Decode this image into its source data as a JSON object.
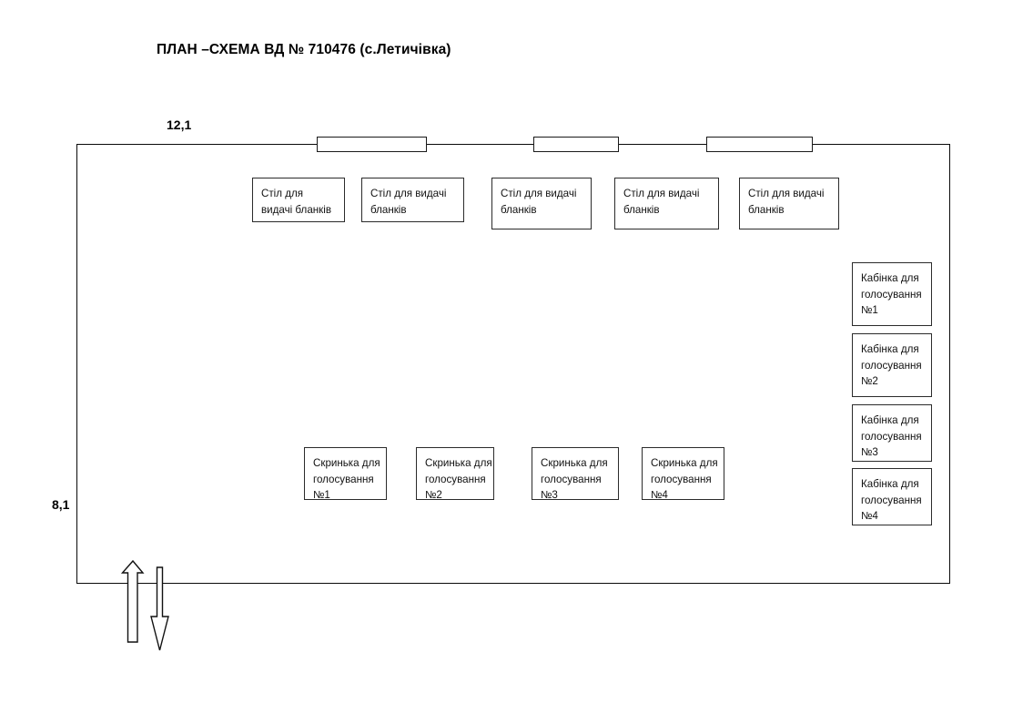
{
  "title": "ПЛАН –СХЕМА ВД № 710476 (с.Летичівка)",
  "dimensions": {
    "top_label": "12,1",
    "left_label": "8,1"
  },
  "room": {
    "name": "polling-station-room",
    "width_m": "12,1",
    "height_m": "8,1"
  },
  "windows": [
    {
      "name": "window-1"
    },
    {
      "name": "window-2"
    },
    {
      "name": "window-3"
    }
  ],
  "tables": [
    {
      "label": "Стіл для\nвидачі бланків"
    },
    {
      "label": "Стіл для видачі\nбланків"
    },
    {
      "label": "Стіл для видачі\nбланків"
    },
    {
      "label": "Стіл для видачі\nбланків"
    },
    {
      "label": "Стіл для видачі\nбланків"
    }
  ],
  "booths": [
    {
      "label": "Кабінка для\nголосування\n№1"
    },
    {
      "label": " Кабінка для\nголосування\n№2"
    },
    {
      "label": "Кабінка для\nголосування\n№3"
    },
    {
      "label": "Кабінка для\nголосування\n№4"
    }
  ],
  "ballot_boxes": [
    {
      "label": "Скринька для\nголосування\n№1"
    },
    {
      "label": "Скринька для\nголосування\n№2"
    },
    {
      "label": "Скринька для\nголосування\n№3"
    },
    {
      "label": "Скринька для\nголосування\n№4"
    }
  ],
  "flow_arrows": [
    {
      "name": "entrance-arrow",
      "direction": "up"
    },
    {
      "name": "exit-arrow",
      "direction": "down"
    }
  ],
  "colors": {
    "line": "#0a0a0a",
    "box_border": "#2b2b2b",
    "background": "#ffffff",
    "text": "#111111"
  }
}
